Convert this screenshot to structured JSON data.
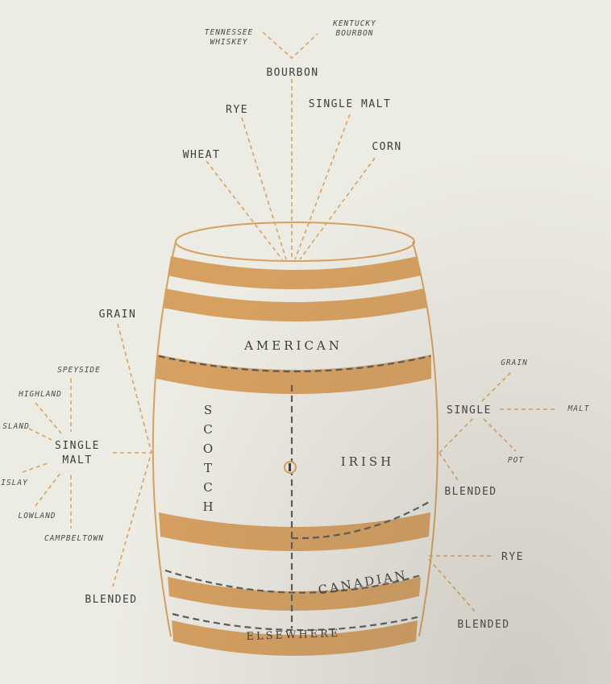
{
  "categories": {
    "american": "AMERICAN",
    "scotch": "SCOTCH",
    "irish": "IRISH",
    "canadian": "CANADIAN",
    "elsewhere": "ELSEWHERE"
  },
  "american": {
    "bourbon": "BOURBON",
    "tennessee": [
      "TENNESSEE",
      "WHISKEY"
    ],
    "kentucky": [
      "KENTUCKY",
      "BOURBON"
    ],
    "rye": "RYE",
    "single_malt": "SINGLE MALT",
    "wheat": "WHEAT",
    "corn": "CORN"
  },
  "scotch": {
    "grain": "GRAIN",
    "single_malt": [
      "SINGLE",
      "MALT"
    ],
    "blended": "BLENDED",
    "regions": {
      "speyside": "SPEYSIDE",
      "highland": "HIGHLAND",
      "island": "SLAND",
      "islay": "ISLAY",
      "lowland": "LOWLAND",
      "campbeltown": "CAMPBELTOWN"
    }
  },
  "irish": {
    "single": "SINGLE",
    "blended": "BLENDED",
    "grain": "GRAIN",
    "malt": "MALT",
    "pot": "POT"
  },
  "canadian": {
    "rye": "RYE",
    "blended": "BLENDED"
  },
  "colors": {
    "background": "#ecebe4",
    "barrel": "#d6a060",
    "leader_line": "#d9a35f",
    "text": "#3e3d3b"
  }
}
